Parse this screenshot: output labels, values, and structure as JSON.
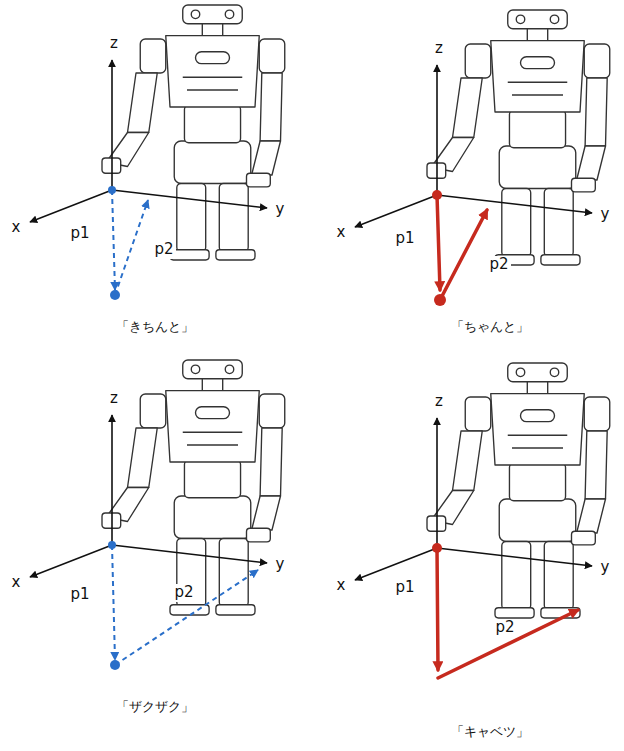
{
  "diagram": {
    "labels": [
      "z",
      "x",
      "y",
      "p1",
      "p2",
      "「きちんと」",
      "z",
      "x",
      "y",
      "p1",
      "p2",
      "「ちゃんと」",
      "z",
      "x",
      "y",
      "p1",
      "p2",
      "「ザクザク」",
      "z",
      "x",
      "y",
      "p1",
      "p2",
      "「キャベツ」"
    ]
  }
}
